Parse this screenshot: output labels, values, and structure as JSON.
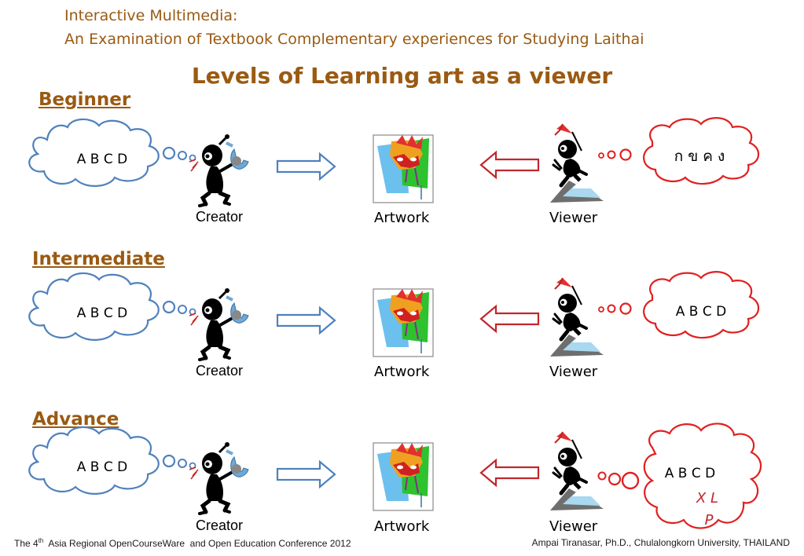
{
  "header": {
    "line1": "Interactive Multimedia:",
    "line2": "An Examination of Textbook Complementary experiences for Studying Laithai"
  },
  "title": "Levels of Learning art as a viewer",
  "levels": [
    {
      "name": "Beginner",
      "creator_thought": "A B C D",
      "creator_label": "Creator",
      "artwork_label": "Artwork",
      "viewer_label": "Viewer",
      "viewer_thought": "ก ข ค ง",
      "viewer_extra": []
    },
    {
      "name": "Intermediate",
      "creator_thought": "A B C D",
      "creator_label": "Creator",
      "artwork_label": "Artwork",
      "viewer_label": "Viewer",
      "viewer_thought": "A B C D",
      "viewer_extra": []
    },
    {
      "name": "Advance",
      "creator_thought": "A B C D",
      "creator_label": "Creator",
      "artwork_label": "Artwork",
      "viewer_label": "Viewer",
      "viewer_thought": "A B C D",
      "viewer_extra": [
        "X L",
        "P"
      ]
    }
  ],
  "footer": {
    "left_prefix": "The 4",
    "left_sup": "th",
    "left_suffix": "  Asia Regional OpenCourseWare  and Open Education Conference 2012",
    "right": "Ampai Tiranasar, Ph.D., Chulalongkorn University, THAILAND"
  },
  "colors": {
    "header_text": "#9a5a12",
    "creator_cloud": "#4f81bd",
    "viewer_cloud": "#e02020",
    "arrow_right": "#4f81bd",
    "arrow_left": "#c0272d",
    "viewer_extra_text": "#c0272d"
  },
  "icons": [
    "creator-figure-icon",
    "viewer-figure-icon",
    "artwork-mask-icon",
    "right-arrow-icon",
    "left-arrow-icon",
    "thought-cloud-icon"
  ]
}
